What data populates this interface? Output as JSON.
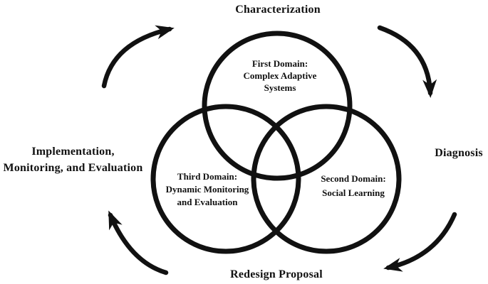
{
  "colors": {
    "ink": "#111111",
    "background": "#ffffff"
  },
  "cycle_labels": {
    "top": "Characterization",
    "right": "Diagnosis",
    "bottom": "Redesign Proposal",
    "left": {
      "lines": [
        "Implementation,",
        "Monitoring, and Evaluation"
      ]
    }
  },
  "domains": [
    {
      "name": "first-domain",
      "lines": [
        "First Domain:",
        "Complex Adaptive",
        "Systems"
      ]
    },
    {
      "name": "second-domain",
      "lines": [
        "Second Domain:",
        "Social Learning"
      ]
    },
    {
      "name": "third-domain",
      "lines": [
        "Third Domain:",
        "Dynamic Monitoring",
        "and Evaluation"
      ]
    }
  ],
  "icons": {
    "arrows": [
      {
        "name": "arrow-left-to-top-icon",
        "meaning": "clockwise flow from Implementation to Characterization"
      },
      {
        "name": "arrow-top-to-right-icon",
        "meaning": "clockwise flow from Characterization to Diagnosis"
      },
      {
        "name": "arrow-right-to-bottom-icon",
        "meaning": "clockwise flow from Diagnosis to Redesign Proposal"
      },
      {
        "name": "arrow-bottom-to-left-icon",
        "meaning": "clockwise flow from Redesign Proposal to Implementation"
      }
    ]
  }
}
